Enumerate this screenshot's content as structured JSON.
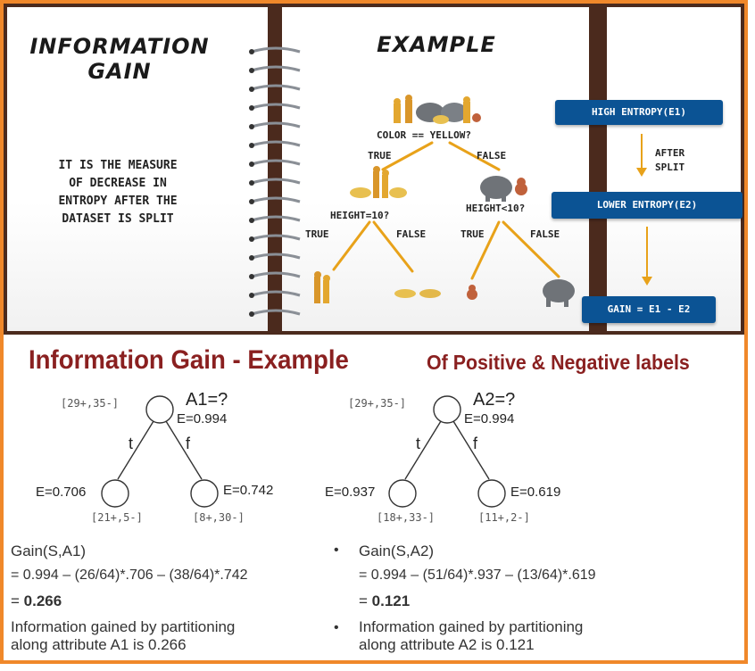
{
  "colors": {
    "accent_orange": "#f0882a",
    "dark_blue": "#0b5394",
    "title_red": "#8a2020",
    "binder_brown": "#4b2a1d",
    "branch_orange": "#e8a21a"
  },
  "slide": {
    "left_title": [
      "INFORMATION",
      "GAIN"
    ],
    "description": [
      "IT IS THE MEASURE",
      "OF DECREASE IN",
      "ENTROPY AFTER THE",
      "DATASET IS SPLIT"
    ],
    "right_title": "EXAMPLE",
    "root_question": "COLOR == YELLOW?",
    "true_label": "TRUE",
    "false_label": "FALSE",
    "left_question": "HEIGHT=10?",
    "right_question": "HEIGHT<10?",
    "pill_high": "HIGH ENTROPY(E1)",
    "after_split": [
      "AFTER",
      "SPLIT"
    ],
    "pill_lower": "LOWER ENTROPY(E2)",
    "pill_gain": "GAIN = E1 - E2"
  },
  "example": {
    "heading": "Information Gain - Example",
    "subheading": "Of Positive & Negative labels",
    "tree_a1": {
      "root_counts": "[29+,35-]",
      "attribute": "A1=?",
      "root_entropy": "E=0.994",
      "branch_t": "t",
      "branch_f": "f",
      "left_entropy": "E=0.706",
      "right_entropy": "E=0.742",
      "left_counts": "[21+,5-]",
      "right_counts": "[8+,30-]"
    },
    "tree_a2": {
      "root_counts": "[29+,35-]",
      "attribute": "A2=?",
      "root_entropy": "E=0.994",
      "branch_t": "t",
      "branch_f": "f",
      "left_entropy": "E=0.937",
      "right_entropy": "E=0.619",
      "left_counts": "[18+,33-]",
      "right_counts": "[11+,2-]"
    },
    "calc_a1": {
      "label": "Gain(S,A1)",
      "formula": "= 0.994 – (26/64)*.706 – (38/64)*.742",
      "eq": "=",
      "result": "0.266",
      "note": [
        "Information gained by partitioning",
        "along attribute A1 is 0.266"
      ]
    },
    "calc_a2": {
      "bullet": "•",
      "label": "Gain(S,A2)",
      "formula": "= 0.994 – (51/64)*.937 – (13/64)*.619",
      "eq": "=",
      "result": "0.121",
      "note": [
        "Information gained by partitioning",
        "along attribute A2 is 0.121"
      ]
    }
  }
}
